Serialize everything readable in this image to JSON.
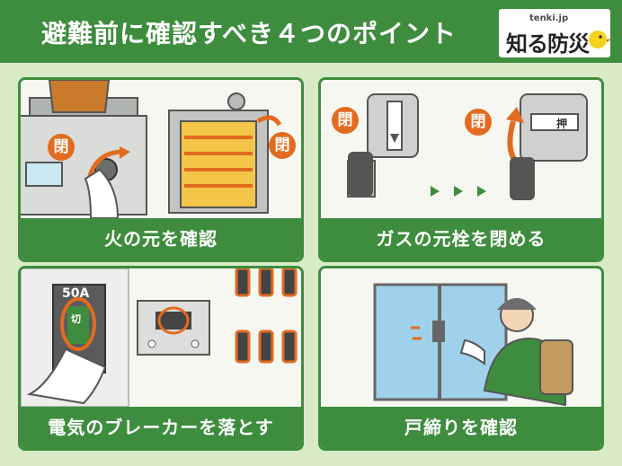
{
  "header": {
    "title": "避難前に確認すべき４つのポイント"
  },
  "logo": {
    "site": "tenki.jp",
    "name": "知る防災"
  },
  "cards": [
    {
      "label": "火の元を確認",
      "tags": [
        "閉",
        "閉"
      ]
    },
    {
      "label": "ガスの元栓を閉める",
      "tags": [
        "閉",
        "閉"
      ],
      "meter_text": "押"
    },
    {
      "label": "電気のブレーカーを落とす",
      "breaker": "50A",
      "switch_text": "切"
    },
    {
      "label": "戸締りを確認"
    }
  ],
  "colors": {
    "brand_green": "#3e8d3e",
    "bg_green": "#d8ebc6",
    "accent_orange": "#e36b1f"
  },
  "icons": [
    "pot-icon",
    "stove-knob-icon",
    "heater-icon",
    "gas-valve-icon",
    "gas-meter-icon",
    "breaker-icon",
    "window-icon",
    "person-icon"
  ]
}
